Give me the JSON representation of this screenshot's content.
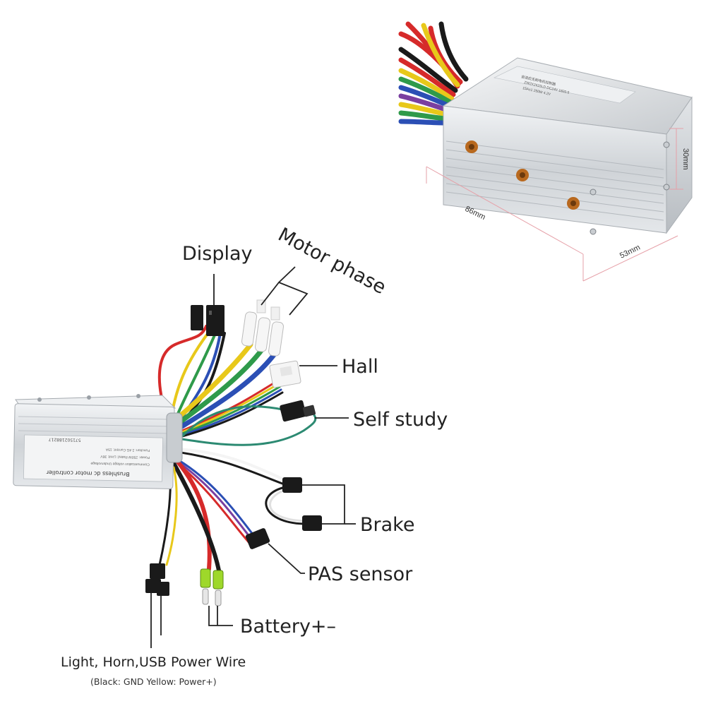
{
  "labels": {
    "display": "Display",
    "motor_phase": "Motor phase",
    "hall": "Hall",
    "self_study": "Self study",
    "brake": "Brake",
    "pas_sensor": "PAS sensor",
    "battery": "Battery+–",
    "light_horn": "Light, Horn,USB Power Wire",
    "light_horn_note": "(Black: GND Yellow: Power+)"
  },
  "dimensions": {
    "length": "86mm",
    "width": "53mm",
    "height": "30mm"
  },
  "controller_label": {
    "title": "Brushless dc motor controller",
    "serial": "571502188217"
  },
  "colors": {
    "red": "#d62a2a",
    "yellow": "#e8c81a",
    "green": "#2f9a4a",
    "blue": "#2b4fb5",
    "purple": "#7a3fa0",
    "black": "#1a1a1a",
    "white": "#f4f4f4",
    "teal": "#2c8a72",
    "housing": "#d9dcdf",
    "dimension_line": "#e6a0a8"
  }
}
